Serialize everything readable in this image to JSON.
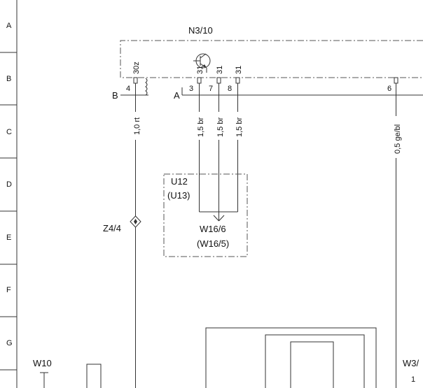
{
  "grid_rows": [
    "A",
    "B",
    "C",
    "D",
    "E",
    "F",
    "G"
  ],
  "module": {
    "name": "N3/10"
  },
  "connectors": {
    "b": "B",
    "a": "A"
  },
  "module_pins": [
    {
      "pin": "4",
      "label": "30z"
    },
    {
      "pin": "3",
      "label": "31"
    },
    {
      "pin": "7",
      "label": "31"
    },
    {
      "pin": "8",
      "label": "31"
    },
    {
      "pin": "6",
      "label": ""
    }
  ],
  "wires": [
    {
      "spec": "1,0 rt"
    },
    {
      "spec": "1,5 br"
    },
    {
      "spec": "1,5 br"
    },
    {
      "spec": "1,5 br"
    },
    {
      "spec": "0,5 ge/bl"
    }
  ],
  "component_u": {
    "name": "U12",
    "alt": "(U13)"
  },
  "ground_point": {
    "name": "W16/6",
    "alt": "(W16/5)"
  },
  "connector_z": "Z4/4",
  "bottom": {
    "w10": "W10",
    "w3": "W3/",
    "pin1": "1"
  }
}
